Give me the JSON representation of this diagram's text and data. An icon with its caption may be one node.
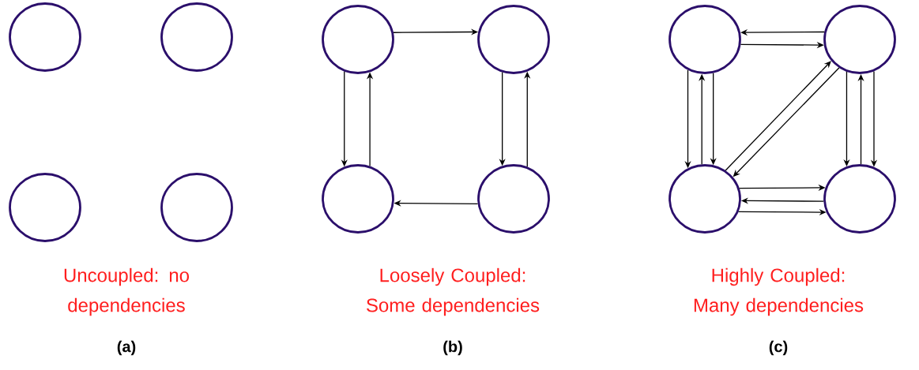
{
  "diagram": {
    "nodes": [
      {
        "text": [],
        "shape": "circle"
      },
      {
        "text": [],
        "shape": "circle"
      },
      {
        "text": [],
        "shape": "circle"
      },
      {
        "text": [],
        "shape": "circle"
      },
      {
        "text": [],
        "shape": "circle"
      },
      {
        "text": [],
        "shape": "circle"
      },
      {
        "text": [],
        "shape": "circle"
      },
      {
        "text": [],
        "shape": "circle"
      },
      {
        "text": [],
        "shape": "circle"
      },
      {
        "text": [],
        "shape": "circle"
      },
      {
        "text": [],
        "shape": "circle"
      },
      {
        "text": [],
        "shape": "circle"
      }
    ],
    "edges": [
      {
        "from": 4,
        "to": 5,
        "arrow": "to"
      },
      {
        "from": 4,
        "to": 6,
        "arrow": "to"
      },
      {
        "from": 6,
        "to": 4,
        "arrow": "to"
      },
      {
        "from": 5,
        "to": 7,
        "arrow": "to"
      },
      {
        "from": 7,
        "to": 5,
        "arrow": "to"
      },
      {
        "from": 7,
        "to": 6,
        "arrow": "to"
      },
      {
        "from": 9,
        "to": 8,
        "arrow": "to"
      },
      {
        "from": 8,
        "to": 9,
        "arrow": "to"
      },
      {
        "from": 8,
        "to": 10,
        "arrow": "to"
      },
      {
        "from": 10,
        "to": 8,
        "arrow": "to"
      },
      {
        "from": 8,
        "to": 10,
        "arrow": "to"
      },
      {
        "from": 10,
        "to": 9,
        "arrow": "to"
      },
      {
        "from": 9,
        "to": 10,
        "arrow": "to"
      },
      {
        "from": 9,
        "to": 11,
        "arrow": "to"
      },
      {
        "from": 11,
        "to": 9,
        "arrow": "to"
      },
      {
        "from": 9,
        "to": 11,
        "arrow": "to"
      },
      {
        "from": 10,
        "to": 11,
        "arrow": "to"
      },
      {
        "from": 11,
        "to": 10,
        "arrow": "to"
      },
      {
        "from": 10,
        "to": 11,
        "arrow": "to"
      }
    ],
    "labels": [
      "Uncoupled: no dependencies",
      "Loosely Coupled: Some dependencies",
      "Highly Coupled: Many dependencies",
      "(a)",
      "(b)",
      "(c)"
    ]
  }
}
